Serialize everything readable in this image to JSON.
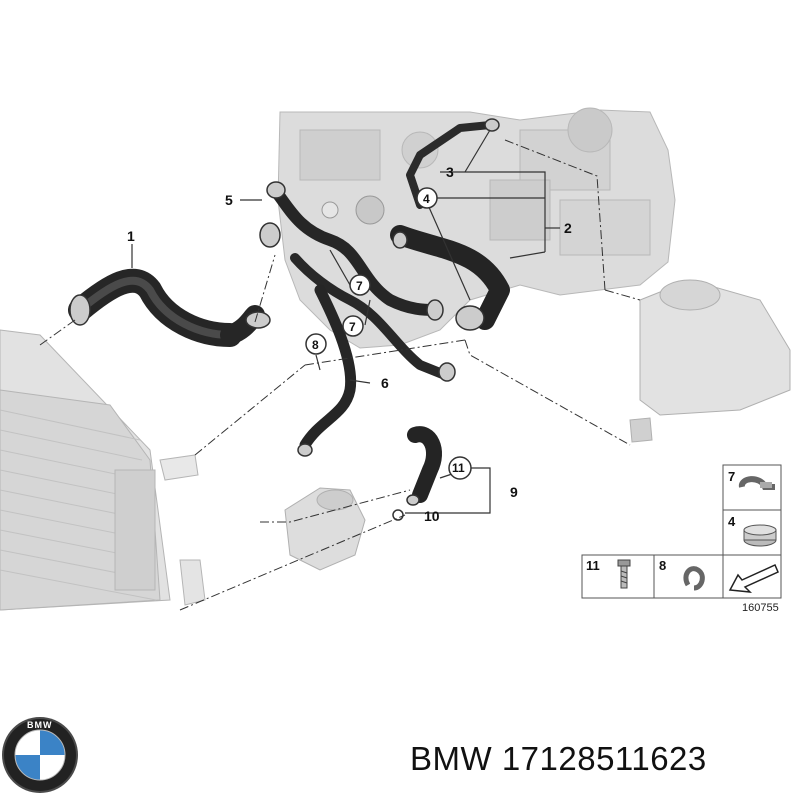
{
  "callouts": {
    "c1": "1",
    "c2": "2",
    "c3": "3",
    "c4": "4",
    "c5": "5",
    "c6": "6",
    "c7a": "7",
    "c7b": "7",
    "c8": "8",
    "c9": "9",
    "c10": "10",
    "c11": "11"
  },
  "legend": {
    "item7": "7",
    "item4": "4",
    "item11": "11",
    "item8": "8"
  },
  "diagram_code": "160755",
  "logo": {
    "ring_text": "BMW"
  },
  "caption": "BMW 17128511623",
  "colors": {
    "hose": "#2a2a2a",
    "engine": "#d9d9d9",
    "radiator": "#dedede",
    "line": "#333333"
  }
}
